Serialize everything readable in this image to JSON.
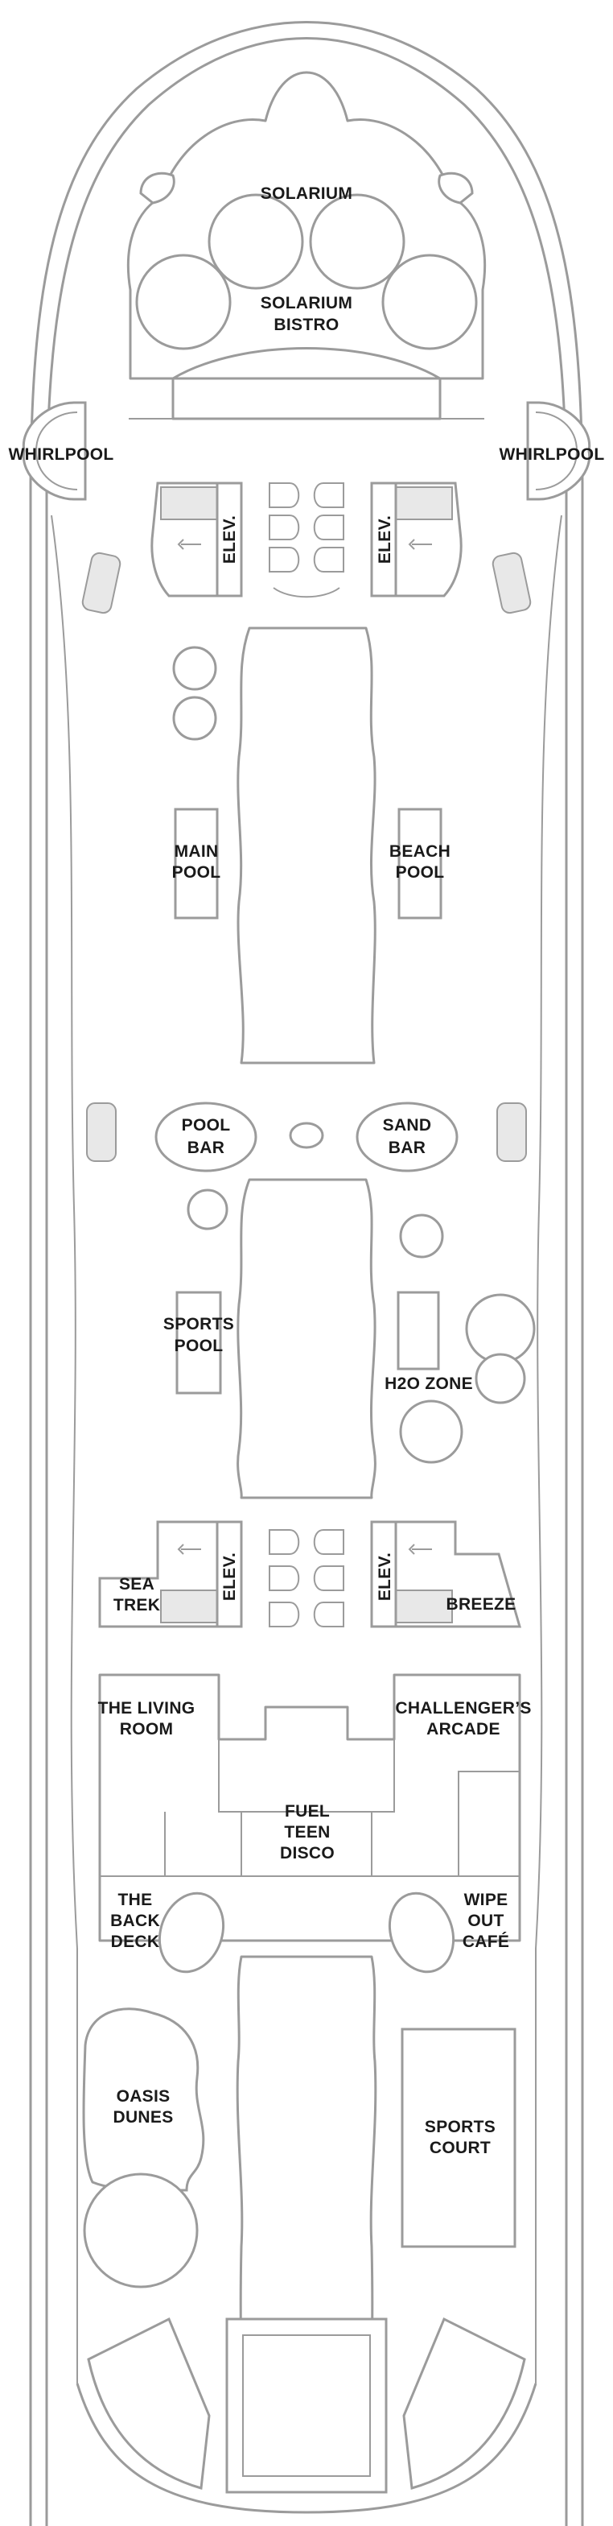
{
  "deck": {
    "labels": {
      "solarium": [
        "SOLARIUM"
      ],
      "solarium_bistro": [
        "SOLARIUM",
        "BISTRO"
      ],
      "whirlpool_left": [
        "WHIRLPOOL"
      ],
      "whirlpool_right": [
        "WHIRLPOOL"
      ],
      "elev_fwd_left": [
        "ELEV."
      ],
      "elev_fwd_right": [
        "ELEV."
      ],
      "main_pool": [
        "MAIN",
        "POOL"
      ],
      "beach_pool": [
        "BEACH",
        "POOL"
      ],
      "pool_bar": [
        "POOL",
        "BAR"
      ],
      "sand_bar": [
        "SAND",
        "BAR"
      ],
      "sports_pool": [
        "SPORTS",
        "POOL"
      ],
      "h2o_zone": [
        "H2O ZONE"
      ],
      "sea_trek": [
        "SEA",
        "TREK"
      ],
      "elev_aft_left": [
        "ELEV."
      ],
      "elev_aft_right": [
        "ELEV."
      ],
      "breeze": [
        "BREEZE"
      ],
      "living_room": [
        "THE LIVING",
        "ROOM"
      ],
      "challengers_arcade": [
        "CHALLENGER’S",
        "ARCADE"
      ],
      "fuel_teen_disco": [
        "FUEL",
        "TEEN",
        "DISCO"
      ],
      "back_deck": [
        "THE",
        "BACK",
        "DECK"
      ],
      "wipe_out_cafe": [
        "WIPE",
        "OUT",
        "CAFÉ"
      ],
      "oasis_dunes": [
        "OASIS",
        "DUNES"
      ],
      "sports_court": [
        "SPORTS",
        "COURT"
      ]
    },
    "colors": {
      "line": "#9b9b9b",
      "text": "#1a1a1a",
      "background": "#ffffff"
    }
  }
}
